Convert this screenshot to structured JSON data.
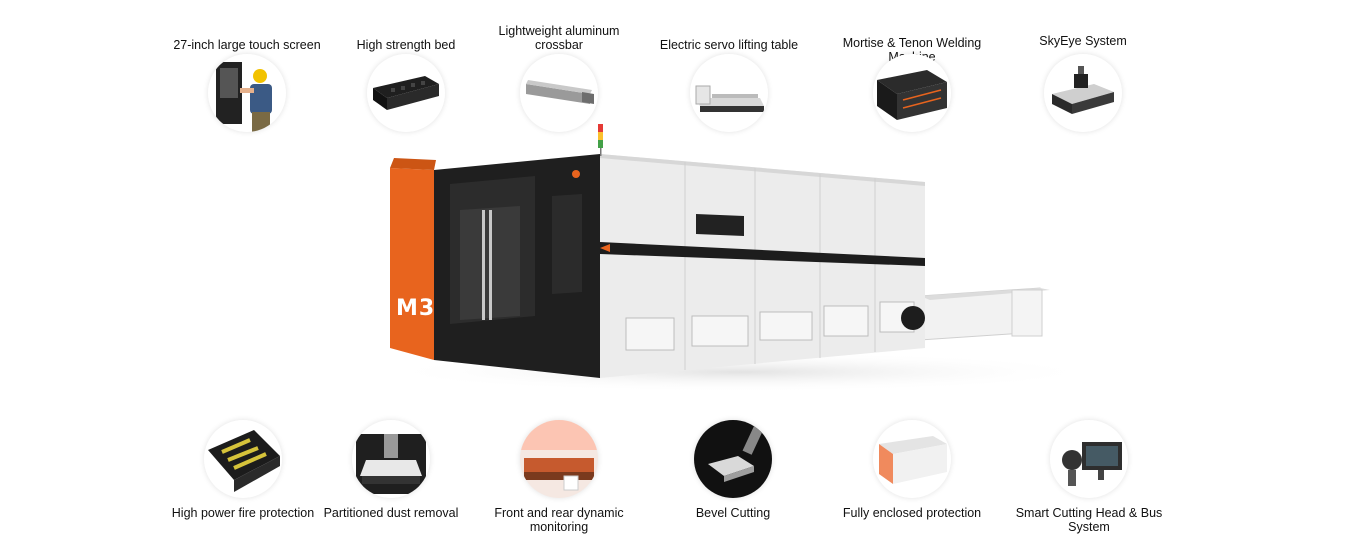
{
  "top_features": [
    {
      "id": "touch-screen",
      "label": "27-inch large touch screen",
      "icon": "touch-screen-icon"
    },
    {
      "id": "bed",
      "label": "High strength bed",
      "icon": "bed-icon"
    },
    {
      "id": "crossbar",
      "label": "Lightweight aluminum crossbar",
      "icon": "crossbar-icon"
    },
    {
      "id": "lifting-table",
      "label": "Electric servo lifting table",
      "icon": "lifting-table-icon"
    },
    {
      "id": "welding",
      "label": "Mortise & Tenon Welding Machine",
      "icon": "welding-icon"
    },
    {
      "id": "skyeye",
      "label": "SkyEye System",
      "icon": "camera-system-icon"
    }
  ],
  "bottom_features": [
    {
      "id": "fire",
      "label": "High power fire protection",
      "icon": "fire-protection-icon"
    },
    {
      "id": "dust",
      "label": "Partitioned dust removal",
      "icon": "dust-removal-icon"
    },
    {
      "id": "monitoring",
      "label": "Front and rear dynamic monitoring",
      "icon": "monitoring-icon"
    },
    {
      "id": "bevel",
      "label": "Bevel Cutting",
      "icon": "bevel-cutting-icon"
    },
    {
      "id": "enclosed",
      "label": "Fully enclosed protection",
      "icon": "enclosure-icon"
    },
    {
      "id": "cutting-head",
      "label": "Smart Cutting Head & Bus System",
      "icon": "cutting-head-icon"
    }
  ],
  "machine": {
    "badge": "M3"
  },
  "colors": {
    "accent": "#e8641e",
    "dark": "#1d1d1d",
    "panel": "#e9e9e9"
  }
}
